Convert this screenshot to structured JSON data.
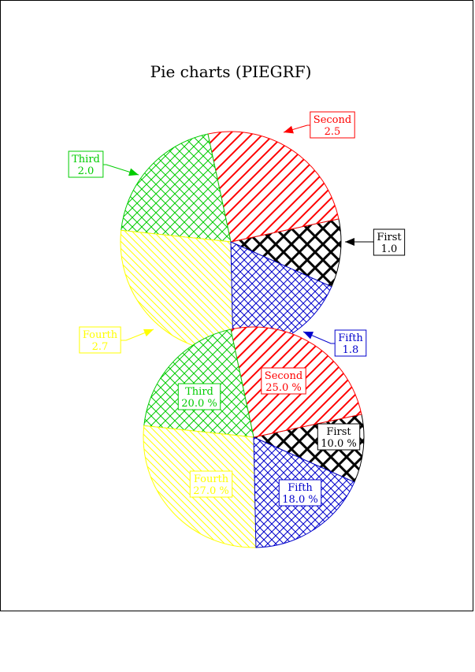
{
  "chart_data": [
    {
      "type": "pie",
      "title": "Pie charts (PIEGRF)",
      "label_mode": "value",
      "categories": [
        "First",
        "Second",
        "Third",
        "Fourth",
        "Fifth"
      ],
      "values": [
        1.0,
        2.5,
        2.0,
        2.7,
        1.8
      ],
      "value_labels": [
        "1.0",
        "2.5",
        "2.0",
        "2.7",
        "1.8"
      ],
      "colors": [
        "#000000",
        "#ff0000",
        "#00cc00",
        "#ffff00",
        "#0000cc"
      ],
      "legend": "none"
    },
    {
      "type": "pie",
      "label_mode": "percent",
      "categories": [
        "First",
        "Second",
        "Third",
        "Fourth",
        "Fifth"
      ],
      "values": [
        10.0,
        25.0,
        20.0,
        27.0,
        18.0
      ],
      "value_labels": [
        "10.0 %",
        "25.0 %",
        "20.0 %",
        "27.0 %",
        "18.0 %"
      ],
      "colors": [
        "#000000",
        "#ff0000",
        "#00cc00",
        "#ffff00",
        "#0000cc"
      ],
      "legend": "none"
    }
  ]
}
